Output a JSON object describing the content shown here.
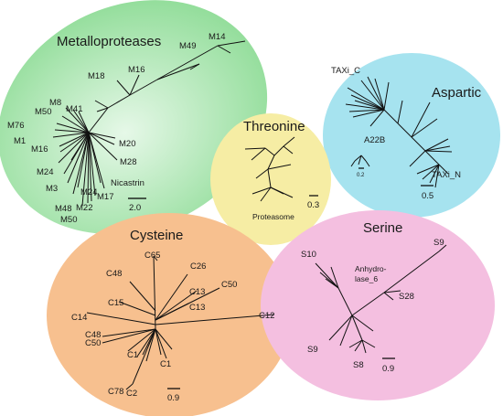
{
  "colors": {
    "metallo": "#8fdc97",
    "metallo_light": "#d9f5dc",
    "aspartic": "#a6e3ef",
    "threonine": "#f6eda4",
    "cysteine": "#f7c08f",
    "serine": "#f4bfe0",
    "branch": "#111111"
  },
  "groups": {
    "metallo": {
      "title": "Metalloproteases",
      "scale": "2.0",
      "labels": [
        "M14",
        "M49",
        "M16",
        "M18",
        "M8",
        "M50",
        "M41",
        "M76",
        "M1",
        "M16",
        "M20",
        "M28",
        "Nicastrin",
        "M24",
        "M3",
        "M24",
        "M17",
        "M48",
        "M22",
        "M50"
      ]
    },
    "aspartic": {
      "title": "Aspartic",
      "scale": "0.5",
      "tiny_scale": "0.2",
      "labels": [
        "TAXi_C",
        "A22B",
        "TAXi_N"
      ]
    },
    "threonine": {
      "title": "Threonine",
      "scale": "0.3",
      "labels": [
        "Proteasome"
      ]
    },
    "cysteine": {
      "title": "Cysteine",
      "scale": "0.9",
      "labels": [
        "C65",
        "C26",
        "C48",
        "C15",
        "C13",
        "C50",
        "C13",
        "C14",
        "C12",
        "C48",
        "C50",
        "C1",
        "C1",
        "C78",
        "C2"
      ]
    },
    "serine": {
      "title": "Serine",
      "scale": "0.9",
      "labels": [
        "S10",
        "S9",
        "Anhydro-",
        "lase_6",
        "S28",
        "S9",
        "S8"
      ]
    }
  }
}
